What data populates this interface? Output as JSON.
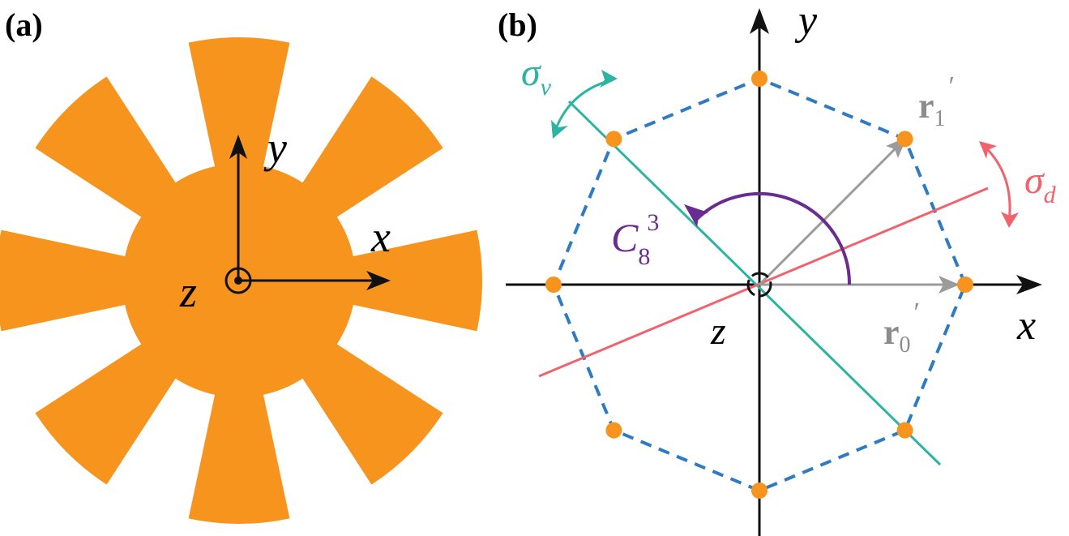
{
  "panels": {
    "a": {
      "label": "(a)",
      "axes": {
        "x": "x",
        "y": "y",
        "z": "z"
      },
      "fill_color": "#F7941D",
      "arm_count": 8
    },
    "b": {
      "label": "(b)",
      "axes": {
        "x": "x",
        "y": "y",
        "z": "z"
      },
      "sigma_v": {
        "symbol": "σ",
        "sub": "v",
        "color": "#2BB5A0"
      },
      "sigma_d": {
        "symbol": "σ",
        "sub": "d",
        "color": "#F0636D"
      },
      "rotation": {
        "symbol": "C",
        "sub": "8",
        "sup": "3",
        "color": "#6A2C91"
      },
      "r0": {
        "symbol": "r",
        "sub": "0",
        "prime": "′",
        "color": "#8C8C8C"
      },
      "r1": {
        "symbol": "r",
        "sub": "1",
        "prime": "′",
        "color": "#8C8C8C"
      },
      "octagon_color": "#2E7BC4",
      "vertex_color": "#F7941D",
      "vertex_count": 8
    }
  }
}
